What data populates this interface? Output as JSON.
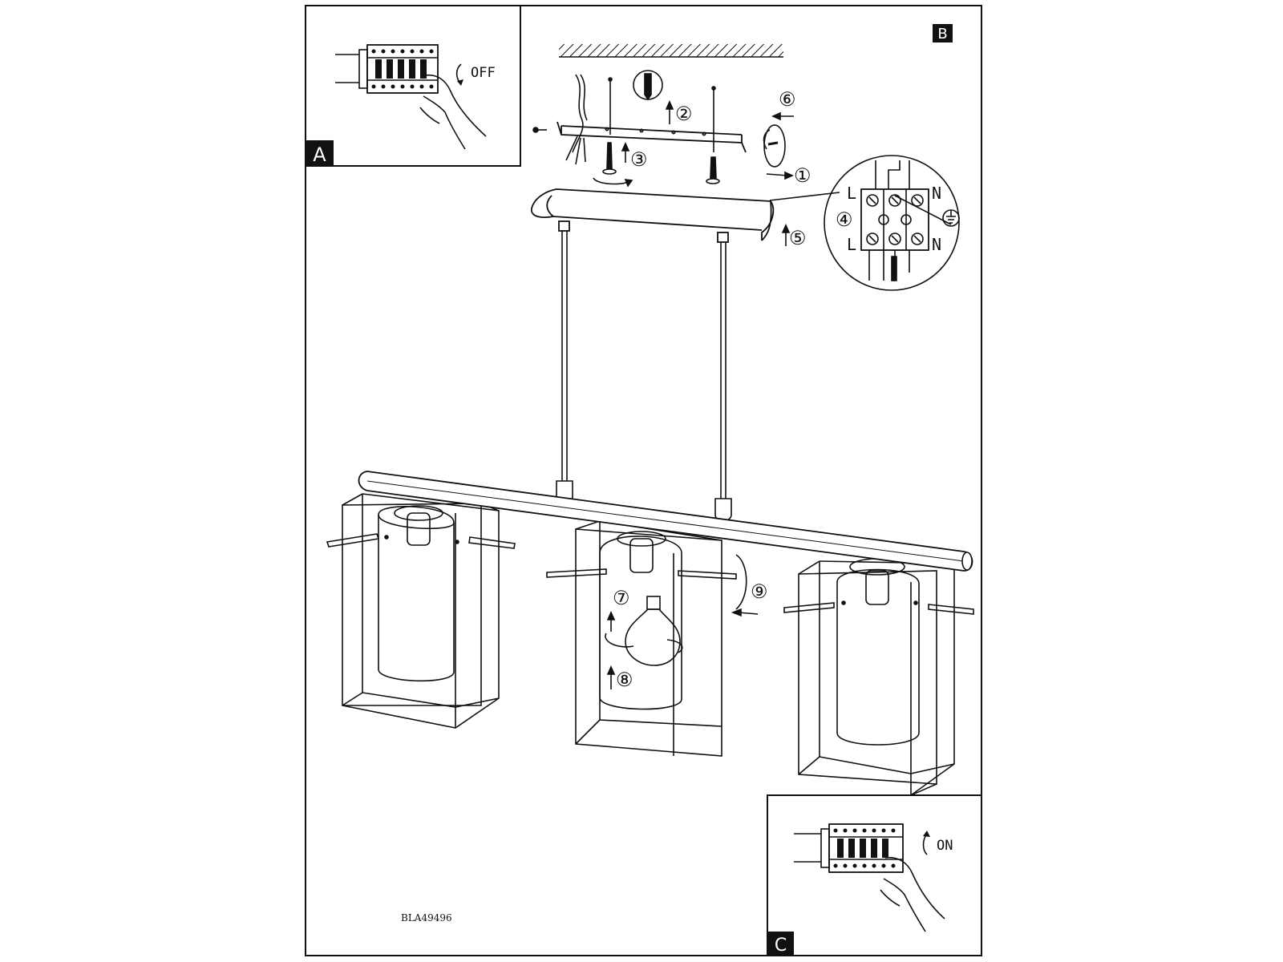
{
  "panels": {
    "a": {
      "tag": "A",
      "state_label": "OFF"
    },
    "b": {
      "tag": "B"
    },
    "c": {
      "tag": "C",
      "state_label": "ON"
    }
  },
  "steps": [
    "①",
    "②",
    "③",
    "④",
    "⑤",
    "⑥",
    "⑦",
    "⑧",
    "⑨"
  ],
  "terminal": {
    "live_label": "L",
    "neutral_label": "N"
  },
  "model_code": "BLA49496",
  "colors": {
    "line": "#111111",
    "background": "#ffffff"
  }
}
